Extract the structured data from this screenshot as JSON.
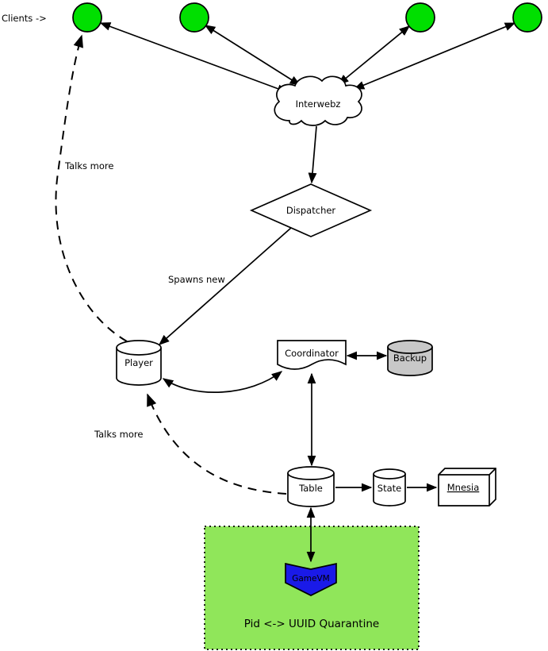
{
  "diagram": {
    "labels": {
      "clients": "Clients ->",
      "internet": "Interwebz",
      "dispatcher": "Dispatcher",
      "spawns_new": "Spawns new",
      "player": "Player",
      "coordinator": "Coordinator",
      "backup": "Backup",
      "talks_more_client": "Talks more",
      "talks_more_player": "Talks more",
      "table": "Table",
      "state": "State",
      "mnesia": "Mnesia",
      "gamevm": "GameVM",
      "quarantine": "Pid <-> UUID Quarantine"
    },
    "colors": {
      "client_node": "#00DF00",
      "node_fill": "#FFFFFF",
      "backup_fill": "#C8C8C8",
      "gamevm_fill": "#1A1AE8",
      "quarantine_fill": "#90E65A"
    }
  }
}
